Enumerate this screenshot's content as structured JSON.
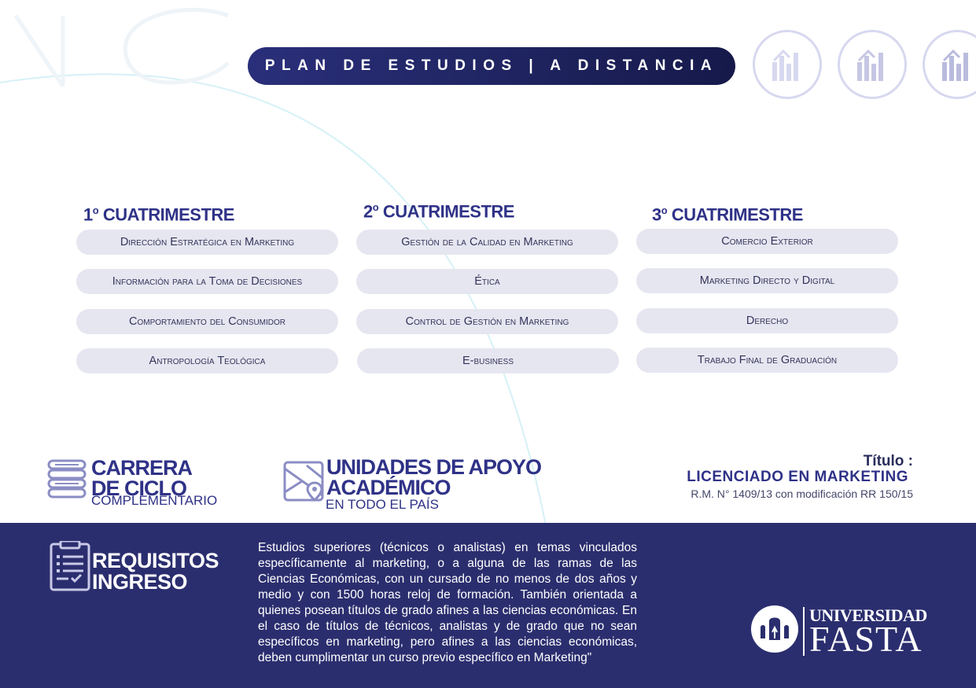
{
  "header": {
    "title": "PLAN DE ESTUDIOS | A DISTANCIA"
  },
  "columns": [
    {
      "num": "1",
      "sup": "o",
      "label": "CUATRIMESTRE",
      "subjects": [
        "Dirección Estratégica en Marketing",
        "Información para la Toma de Decisiones",
        "Comportamiento del Consumidor",
        "Antropología Teológica"
      ]
    },
    {
      "num": "2",
      "sup": "o",
      "label": "CUATRIMESTRE",
      "subjects": [
        "Gestión de la Calidad en Marketing",
        "Ética",
        "Control de Gestión en Marketing",
        "E-business"
      ]
    },
    {
      "num": "3",
      "sup": "o",
      "label": "CUATRIMESTRE",
      "subjects": [
        "Comercio Exterior",
        "Marketing Directo y Digital",
        "Derecho",
        "Trabajo Final de Graduación"
      ]
    }
  ],
  "features": {
    "carrera": {
      "line1": "CARRERA",
      "line2": "DE CICLO",
      "sub": "COMPLEMENTARIO",
      "icon": "books-icon"
    },
    "unidades": {
      "line1": "UNIDADES DE APOYO",
      "line2": "ACADÉMICO",
      "sub": "EN TODO EL PAÍS",
      "icon": "map-pin-icon"
    }
  },
  "titulo": {
    "label": "Título :",
    "value": "LICENCIADO EN MARKETING",
    "rm": "R.M. N° 1409/13 con modificación RR 150/15"
  },
  "requisitos": {
    "line1": "REQUISITOS",
    "line2": "INGRESO",
    "icon": "checklist-icon",
    "text": "Estudios superiores (técnicos o analistas) en temas vinculados específicamente al marketing, o a alguna de las ramas de las Ciencias Económicas, con un cursado de no menos de dos años y medio y con 1500 horas reloj de formación. También orientada a quienes posean títulos de grado afines a las ciencias económicas. En el caso de títulos de técnicos, analistas y de grado que no sean específicos en marketing, pero afines a las ciencias económicas, deben cumplimentar un curso previo específico en Marketing\""
  },
  "logo": {
    "line1": "UNIVERSIDAD",
    "line2": "FASTA",
    "icon": "fasta-logo-icon"
  },
  "colors": {
    "primary": "#2f3287",
    "footer": "#2b2e6e",
    "pill": "#e6e6f1"
  }
}
